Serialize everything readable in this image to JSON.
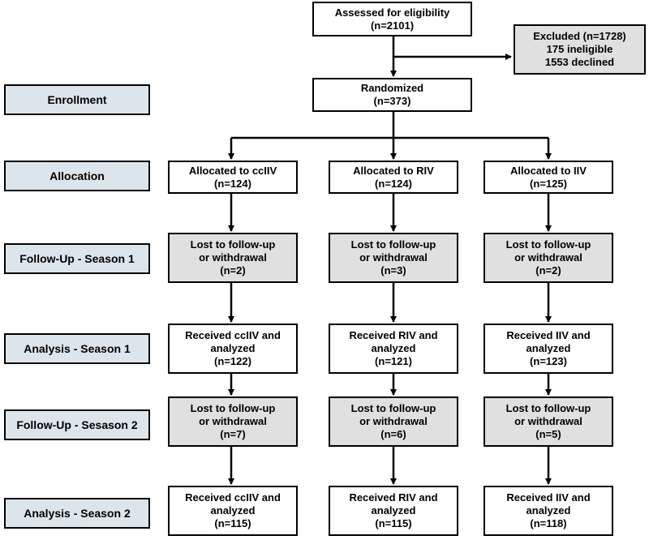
{
  "colors": {
    "stage_fill": "#dde5ec",
    "gray_fill": "#e0e0e0",
    "line": "#000000"
  },
  "stages": [
    "Enrollment",
    "Allocation",
    "Follow-Up - Season 1",
    "Analysis - Season 1",
    "Follow-Up - Sesason 2",
    "Analysis - Season 2"
  ],
  "top": {
    "assessed": {
      "line1": "Assessed for eligibility",
      "line2": "(n=2101)"
    },
    "excluded": {
      "line1": "Excluded (n=1728)",
      "line2": "175 ineligible",
      "line3": "1553 declined"
    },
    "randomized": {
      "line1": "Randomized",
      "line2": "(n=373)"
    }
  },
  "arms": [
    {
      "allocated": {
        "line1": "Allocated to ccIIV",
        "line2": "(n=124)"
      },
      "lost1": {
        "line1": "Lost to follow-up",
        "line2": "or withdrawal",
        "line3": "(n=2)"
      },
      "analyzed1": {
        "line1": "Received ccIIV and",
        "line2": "analyzed",
        "line3": "(n=122)"
      },
      "lost2": {
        "line1": "Lost to follow-up",
        "line2": "or withdrawal",
        "line3": "(n=7)"
      },
      "analyzed2": {
        "line1": "Received ccIIV and",
        "line2": "analyzed",
        "line3": "(n=115)"
      }
    },
    {
      "allocated": {
        "line1": "Allocated to RIV",
        "line2": "(n=124)"
      },
      "lost1": {
        "line1": "Lost to follow-up",
        "line2": "or withdrawal",
        "line3": "(n=3)"
      },
      "analyzed1": {
        "line1": "Received RIV and",
        "line2": "analyzed",
        "line3": "(n=121)"
      },
      "lost2": {
        "line1": "Lost to follow-up",
        "line2": "or withdrawal",
        "line3": "(n=6)"
      },
      "analyzed2": {
        "line1": "Received RIV and",
        "line2": "analyzed",
        "line3": "(n=115)"
      }
    },
    {
      "allocated": {
        "line1": "Allocated to IIV",
        "line2": "(n=125)"
      },
      "lost1": {
        "line1": "Lost to follow-up",
        "line2": "or withdrawal",
        "line3": "(n=2)"
      },
      "analyzed1": {
        "line1": "Received IIV and",
        "line2": "analyzed",
        "line3": "(n=123)"
      },
      "lost2": {
        "line1": "Lost to follow-up",
        "line2": "or withdrawal",
        "line3": "(n=5)"
      },
      "analyzed2": {
        "line1": "Received IIV and",
        "line2": "analyzed",
        "line3": "(n=118)"
      }
    }
  ]
}
